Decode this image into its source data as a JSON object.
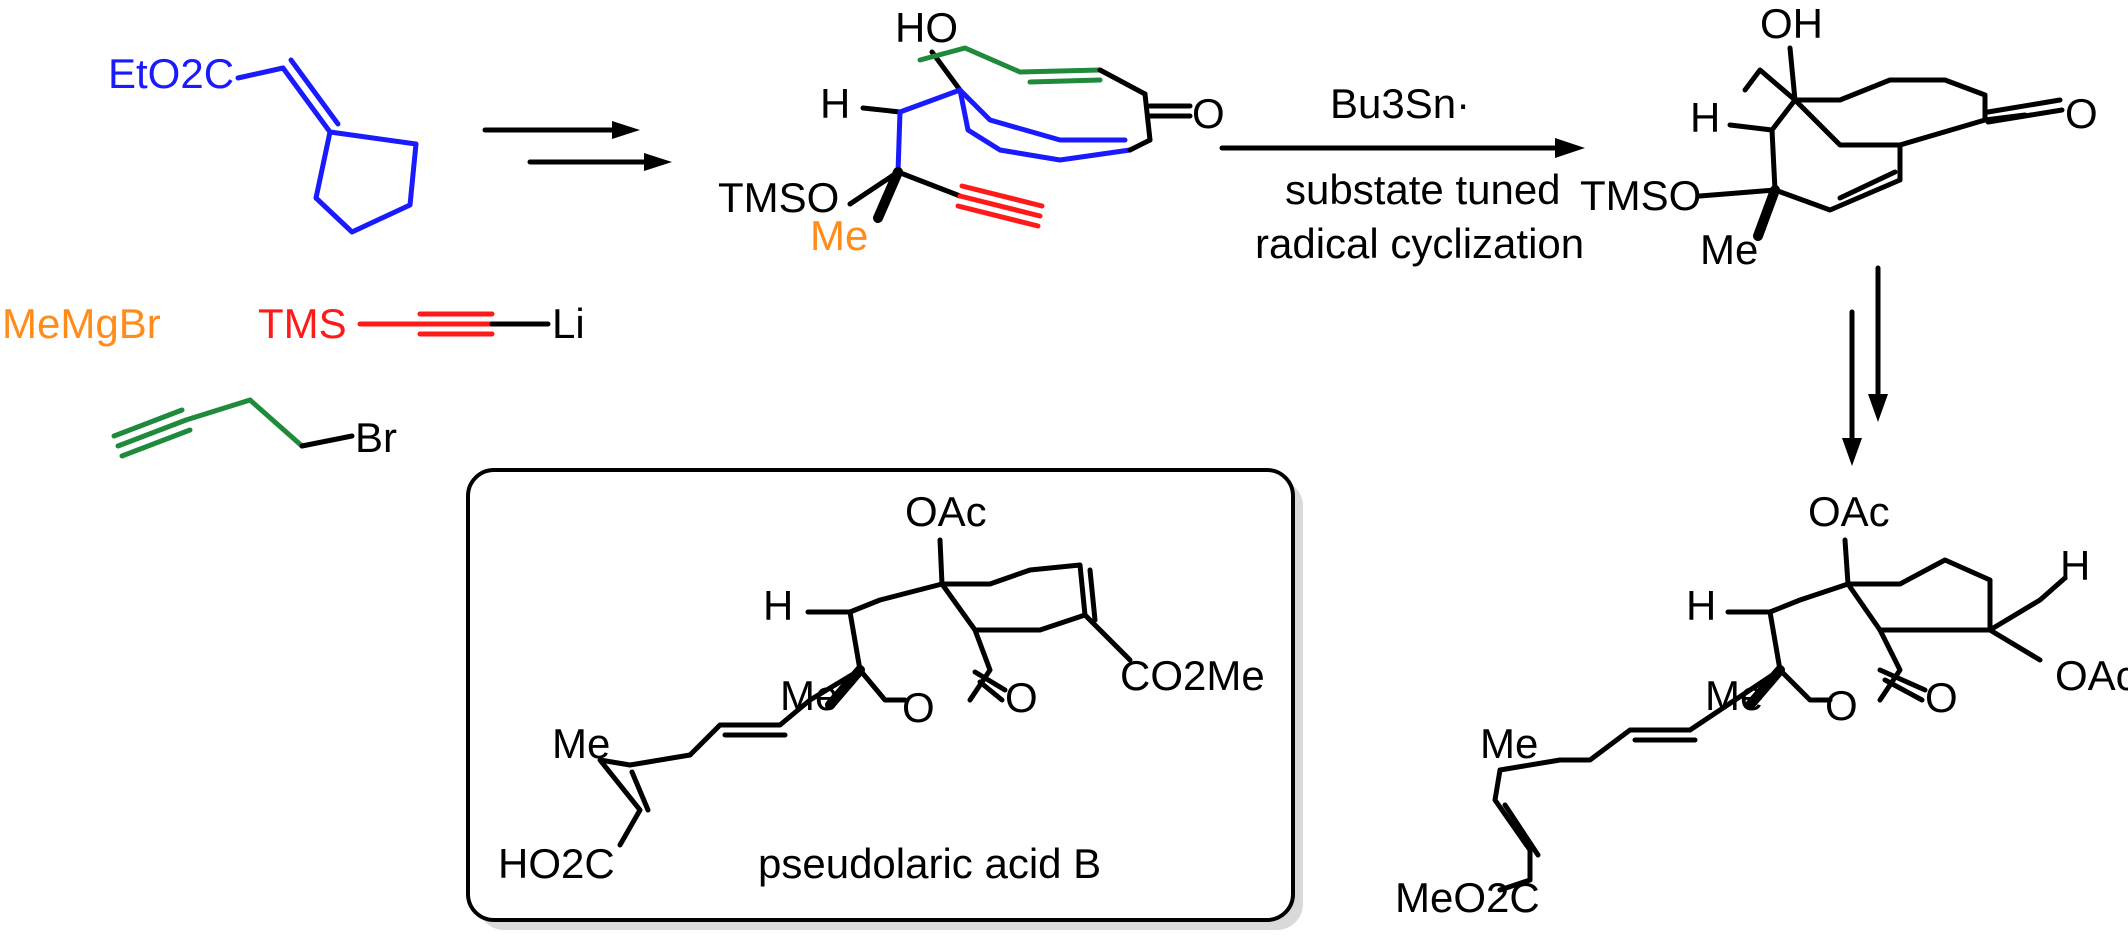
{
  "reagents": {
    "ester_label": "EtO2C",
    "ester_color": "#1a1aff",
    "grignard": "MeMgBr",
    "grignard_color": "#ff8c1a",
    "acetylide_tms": "TMS",
    "acetylide_li": "Li",
    "acetylide_color": "#ff1a1a",
    "bromide": "Br",
    "bromide_color": "#1f8a3b"
  },
  "intermediate_1": {
    "oh": "HO",
    "h": "H",
    "tmso": "TMSO",
    "me": "Me",
    "ketone_o": "O"
  },
  "arrow_conditions": {
    "reagent": "Bu3Sn·",
    "line1": "substate tuned",
    "line2": "radical cyclization"
  },
  "intermediate_2": {
    "oh": "OH",
    "h": "H",
    "tmso": "TMSO",
    "me": "Me",
    "ketone_o": "O"
  },
  "intermediate_3": {
    "oac_top": "OAc",
    "h_left": "H",
    "h_right": "H",
    "oac_right": "OAc",
    "me_ring": "Me",
    "lactone_o": "O",
    "carbonyl_o": "O",
    "me_chain": "Me",
    "ester": "MeO2C"
  },
  "target": {
    "name": "pseudolaric acid B",
    "oac": "OAc",
    "h": "H",
    "me_ring": "Me",
    "lactone_o": "O",
    "carbonyl_o": "O",
    "ester_right": "CO2Me",
    "me_chain": "Me",
    "acid": "HO2C"
  }
}
